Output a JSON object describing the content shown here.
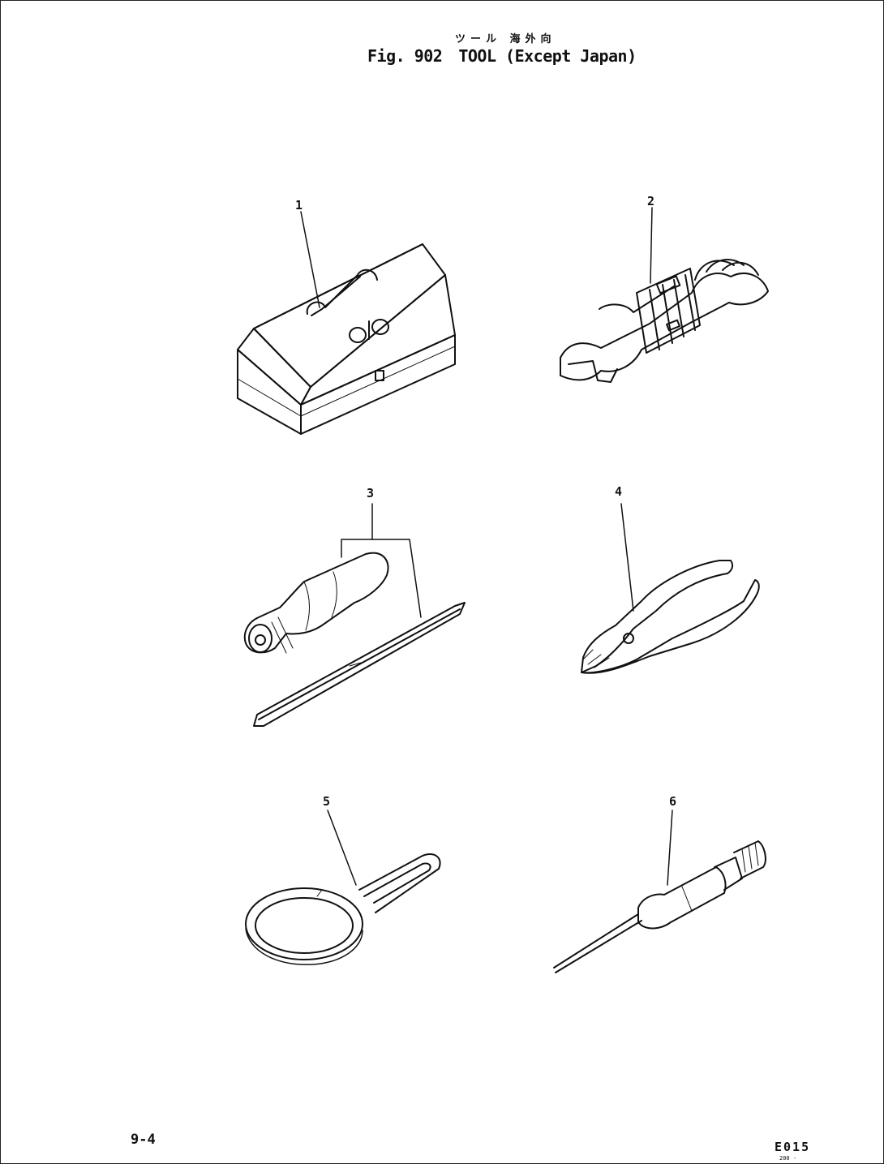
{
  "header": {
    "title_jp": "ツール 海外向",
    "figure_number": "Fig. 902",
    "title_en": "TOOL (Except Japan)"
  },
  "parts": [
    {
      "callout": "1",
      "icon": "toolbox-icon"
    },
    {
      "callout": "2",
      "icon": "wrench-set-icon"
    },
    {
      "callout": "3",
      "icon": "screwdriver-icon"
    },
    {
      "callout": "4",
      "icon": "pliers-icon"
    },
    {
      "callout": "5",
      "icon": "filter-wrench-icon"
    },
    {
      "callout": "6",
      "icon": "grease-nozzle-icon"
    }
  ],
  "footer": {
    "page_number": "9-4",
    "code": "E015",
    "subcode": "200 -"
  }
}
